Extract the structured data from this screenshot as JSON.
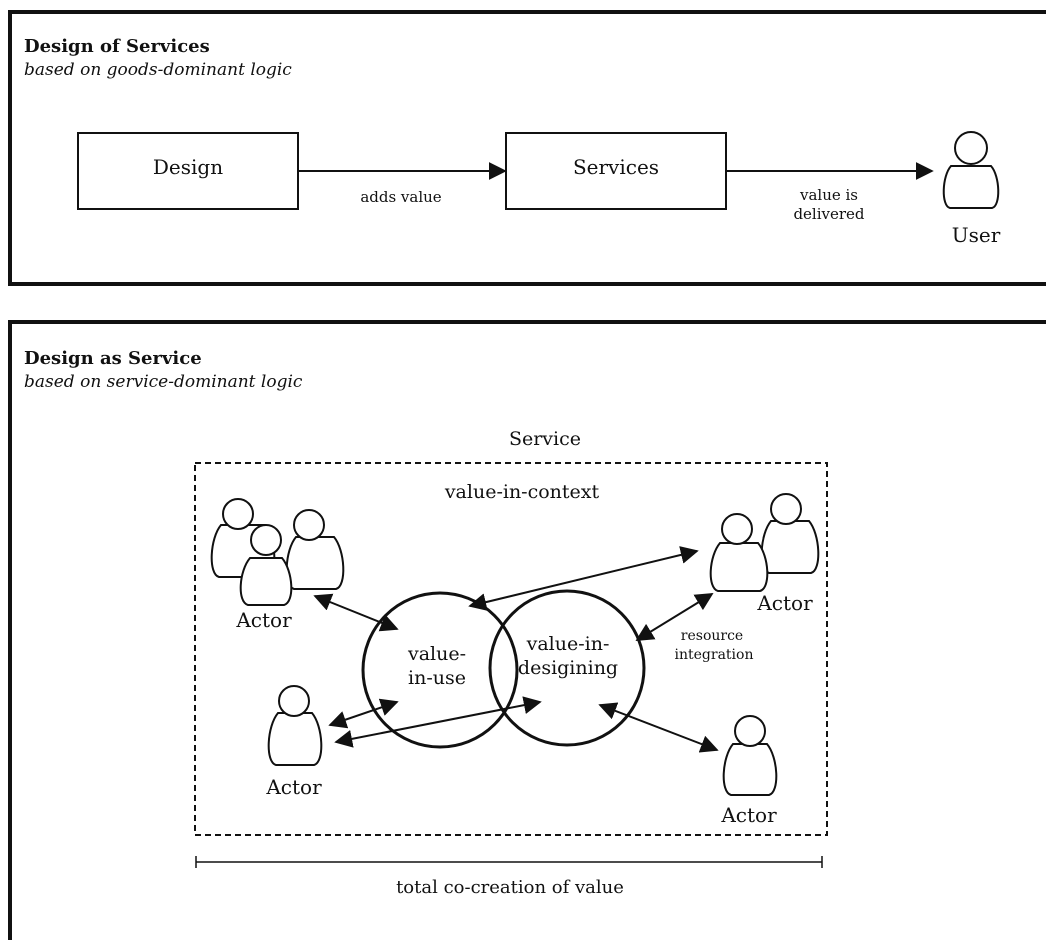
{
  "top_panel": {
    "title": "Design of Services",
    "subtitle": "based on goods-dominant logic",
    "design_box": "Design",
    "services_box": "Services",
    "arrow1_label": "adds value",
    "arrow2_label_line1": "value is",
    "arrow2_label_line2": "delivered",
    "user_label": "User"
  },
  "bottom_panel": {
    "title": "Design as Service",
    "subtitle": "based on service-dominant logic",
    "service_label": "Service",
    "context_label": "value-in-context",
    "circle_left_line1": "value-",
    "circle_left_line2": "in-use",
    "circle_right_line1": "value-in-",
    "circle_right_line2": "desigining",
    "resource_line1": "resource",
    "resource_line2": "integration",
    "actor_top_left": "Actor",
    "actor_top_right": "Actor",
    "actor_bottom_left": "Actor",
    "actor_bottom_right": "Actor",
    "cocreation_label": "total co-creation of value"
  }
}
